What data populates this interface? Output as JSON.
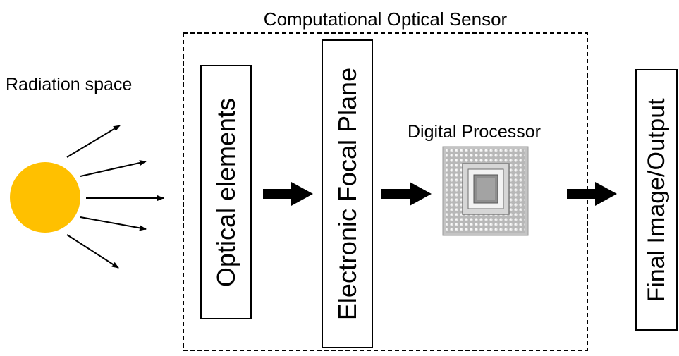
{
  "diagram": {
    "sensor_title": "Computational Optical Sensor",
    "radiation_label": "Radiation space",
    "optical_elements_label": "Optical elements",
    "focal_plane_label": "Electronic Focal Plane",
    "processor_label": "Digital Processor",
    "output_label": "Final Image/Output",
    "source_icon": "sun-icon",
    "processor_icon": "chip-icon",
    "colors": {
      "sun": "#ffc000",
      "line": "#000000",
      "chip_body": "#bdbdbd",
      "chip_die": "#8e8e8e"
    }
  }
}
